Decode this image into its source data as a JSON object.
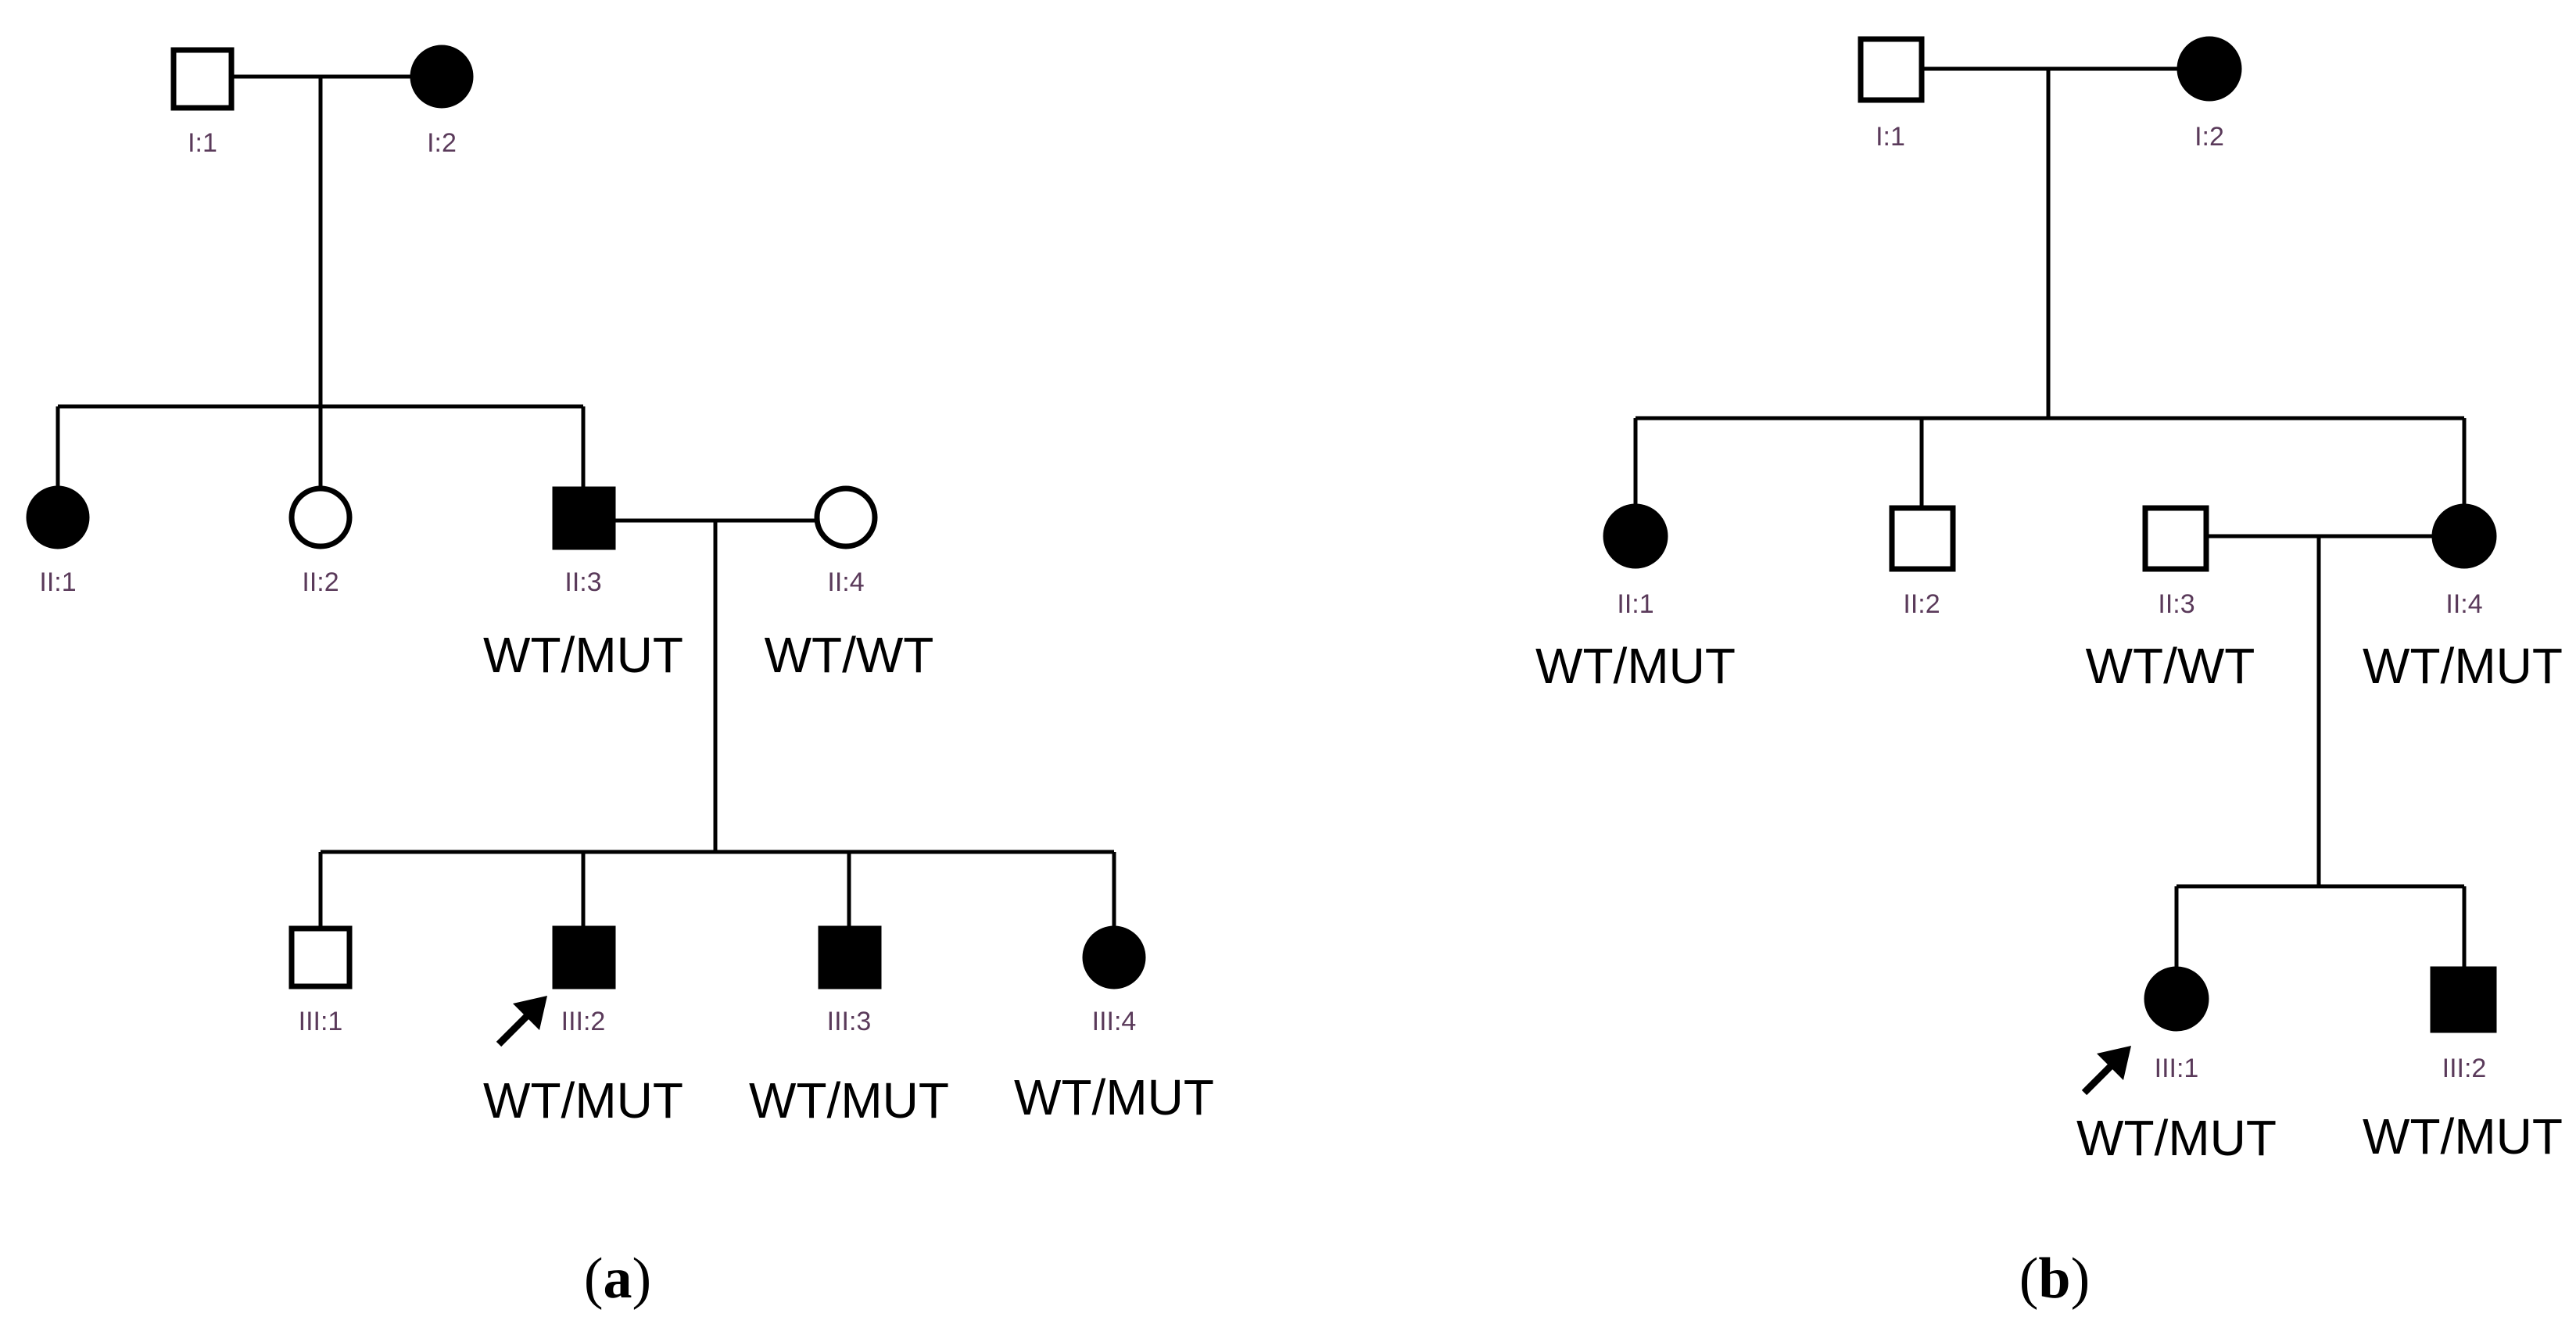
{
  "panels": [
    {
      "caption_open": "(",
      "caption_letter": "a",
      "caption_close": ")",
      "individuals": [
        {
          "id": "a-I-1",
          "label": "I:1",
          "sex": "male",
          "affected": false
        },
        {
          "id": "a-I-2",
          "label": "I:2",
          "sex": "female",
          "affected": true
        },
        {
          "id": "a-II-1",
          "label": "II:1",
          "sex": "female",
          "affected": true
        },
        {
          "id": "a-II-2",
          "label": "II:2",
          "sex": "female",
          "affected": false
        },
        {
          "id": "a-II-3",
          "label": "II:3",
          "sex": "male",
          "affected": true,
          "genotype": "WT/MUT"
        },
        {
          "id": "a-II-4",
          "label": "II:4",
          "sex": "female",
          "affected": false,
          "genotype": "WT/WT"
        },
        {
          "id": "a-III-1",
          "label": "III:1",
          "sex": "male",
          "affected": false
        },
        {
          "id": "a-III-2",
          "label": "III:2",
          "sex": "male",
          "affected": true,
          "genotype": "WT/MUT",
          "proband": true
        },
        {
          "id": "a-III-3",
          "label": "III:3",
          "sex": "male",
          "affected": true,
          "genotype": "WT/MUT"
        },
        {
          "id": "a-III-4",
          "label": "III:4",
          "sex": "female",
          "affected": true,
          "genotype": "WT/MUT"
        }
      ]
    },
    {
      "caption_open": "(",
      "caption_letter": "b",
      "caption_close": ")",
      "individuals": [
        {
          "id": "b-I-1",
          "label": "I:1",
          "sex": "male",
          "affected": false
        },
        {
          "id": "b-I-2",
          "label": "I:2",
          "sex": "female",
          "affected": true
        },
        {
          "id": "b-II-1",
          "label": "II:1",
          "sex": "female",
          "affected": true,
          "genotype": "WT/MUT"
        },
        {
          "id": "b-II-2",
          "label": "II:2",
          "sex": "male",
          "affected": false
        },
        {
          "id": "b-II-3",
          "label": "II:3",
          "sex": "male",
          "affected": false,
          "genotype": "WT/WT"
        },
        {
          "id": "b-II-4",
          "label": "II:4",
          "sex": "female",
          "affected": true,
          "genotype": "WT/MUT"
        },
        {
          "id": "b-III-1",
          "label": "III:1",
          "sex": "female",
          "affected": true,
          "genotype": "WT/MUT",
          "proband": true
        },
        {
          "id": "b-III-2",
          "label": "III:2",
          "sex": "male",
          "affected": true,
          "genotype": "WT/MUT"
        }
      ]
    }
  ]
}
